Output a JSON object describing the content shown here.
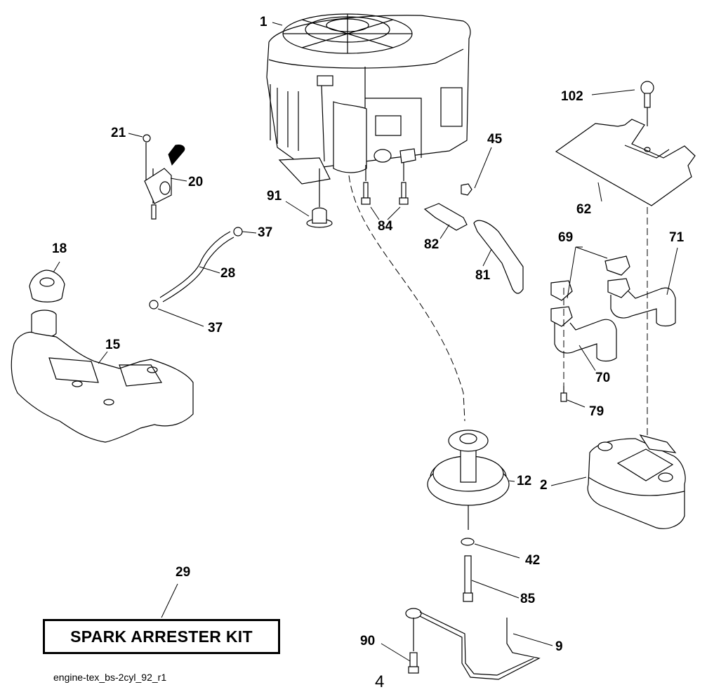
{
  "diagram": {
    "title": "Engine parts breakdown",
    "kit_label": "SPARK ARRESTER KIT",
    "file_name": "engine-tex_bs-2cyl_92_r1",
    "view_number": "4",
    "colors": {
      "line": "#000000",
      "background": "#ffffff"
    }
  },
  "parts": [
    {
      "ref": "1",
      "name": "engine"
    },
    {
      "ref": "2",
      "name": "muffler"
    },
    {
      "ref": "9",
      "name": "muffler-bracket-rod"
    },
    {
      "ref": "12",
      "name": "engine-pulley"
    },
    {
      "ref": "15",
      "name": "fuel-tank"
    },
    {
      "ref": "18",
      "name": "fuel-cap"
    },
    {
      "ref": "20",
      "name": "throttle-control"
    },
    {
      "ref": "21",
      "name": "bolt"
    },
    {
      "ref": "28",
      "name": "fuel-line"
    },
    {
      "ref": "29",
      "name": "spark-arrester-kit"
    },
    {
      "ref": "37",
      "name": "hose-clamp-upper"
    },
    {
      "ref": "37",
      "name": "hose-clamp-lower"
    },
    {
      "ref": "42",
      "name": "washer"
    },
    {
      "ref": "45",
      "name": "nut"
    },
    {
      "ref": "62",
      "name": "heat-shield"
    },
    {
      "ref": "69",
      "name": "exhaust-gaskets"
    },
    {
      "ref": "70",
      "name": "exhaust-pipe-left"
    },
    {
      "ref": "71",
      "name": "exhaust-pipe-right"
    },
    {
      "ref": "79",
      "name": "exhaust-bolt"
    },
    {
      "ref": "81",
      "name": "oil-drain-hose"
    },
    {
      "ref": "82",
      "name": "oil-drain-valve"
    },
    {
      "ref": "84",
      "name": "engine-bolts"
    },
    {
      "ref": "85",
      "name": "pulley-bolt"
    },
    {
      "ref": "90",
      "name": "bracket-bolt"
    },
    {
      "ref": "91",
      "name": "spacer"
    },
    {
      "ref": "102",
      "name": "shield-screw"
    }
  ]
}
